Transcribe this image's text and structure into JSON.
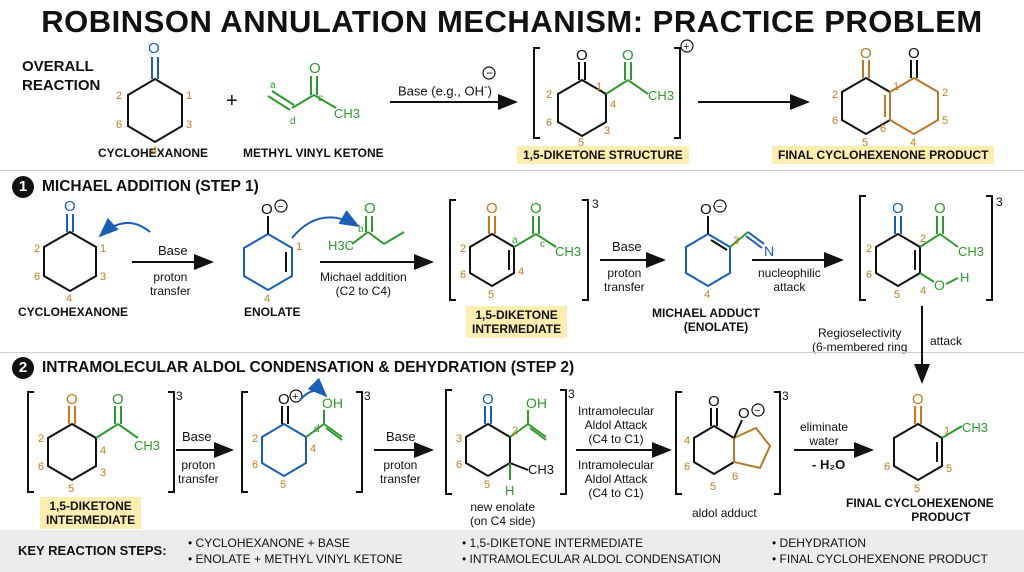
{
  "title": "ROBINSON ANNULATION MECHANISM: PRACTICE PROBLEM",
  "overall": {
    "label_line1": "OVERALL",
    "label_line2": "REACTION",
    "cyclohexanone": "CYCLOHEXANONE",
    "mvk": "METHYL VINYL KETONE",
    "plus": "+",
    "base_label": "Base (e.g., OH",
    "base_sup": "-",
    "base_close": ")",
    "diketone": "1,5-DIKETONE STRUCTURE",
    "final": "FINAL CYCLOHEXENONE PRODUCT"
  },
  "step1": {
    "num": "1",
    "title": "MICHAEL ADDITION (STEP 1)",
    "cyclohexanone": "CYCLOHEXANONE",
    "base": "Base",
    "proton_transfer_1": "proton",
    "proton_transfer_2": "transfer",
    "enolate": "ENOLATE",
    "michael_1": "Michael addition",
    "michael_2": "(C2 to C4)",
    "intermediate_1": "1,5-DIKETONE",
    "intermediate_2": "INTERMEDIATE",
    "base2": "Base",
    "adduct_1": "MICHAEL ADDUCT",
    "adduct_2": "(ENOLATE)",
    "nucleophilic_1": "nucleophilic",
    "nucleophilic_2": "attack",
    "regio_1": "Regioselectivity",
    "regio_2": "(6-membered ring",
    "attack": "attack"
  },
  "step2": {
    "num": "2",
    "title": "INTRAMOLECULAR ALDOL CONDENSATION & DEHYDRATION (STEP 2)",
    "intermediate_1": "1,5-DIKETONE",
    "intermediate_2": "INTERMEDIATE",
    "base": "Base",
    "proton_transfer_1": "proton",
    "proton_transfer_2": "transfer",
    "base2": "Base",
    "new_enolate_1": "new enolate",
    "new_enolate_2": "(on C4 side)",
    "aldol_a1": "Intramolecular",
    "aldol_a2": "Aldol Attack",
    "aldol_a3": "(C4 to C1)",
    "aldol_adduct": "aldol adduct",
    "eliminate_1": "eliminate",
    "eliminate_2": "water",
    "minus_water": "- H₂O",
    "final_1": "FINAL CYCLOHEXENONE",
    "final_2": "PRODUCT"
  },
  "key_steps": {
    "title": "KEY REACTION STEPS:",
    "items": [
      "• CYCLOHEXANONE + BASE",
      "• ENOLATE + METHYL VINYL KETONE",
      "• 1,5-DIKETONE INTERMEDIATE",
      "• INTRAMOLECULAR ALDOL CONDENSATION",
      "• DEHYDRATION",
      "• FINAL CYCLOHEXENONE PRODUCT"
    ]
  },
  "atoms": {
    "O": "O",
    "CH3": "CH3",
    "H3C": "H3C",
    "OH": "OH",
    "H": "H",
    "N": "N",
    "minus": "−",
    "plus": "+",
    "n1": "1",
    "n2": "2",
    "n3": "3",
    "n4": "4",
    "n5": "5",
    "n6": "6",
    "a": "a",
    "b": "b",
    "c": "c",
    "d": "d"
  },
  "colors": {
    "ring_black": "#111111",
    "ketone_blue": "#1a5fb4",
    "mvk_green": "#2e9a2e",
    "number_orange": "#c87a1e",
    "highlight": "#fbeeb0",
    "gold_ring": "#b87a2a"
  }
}
